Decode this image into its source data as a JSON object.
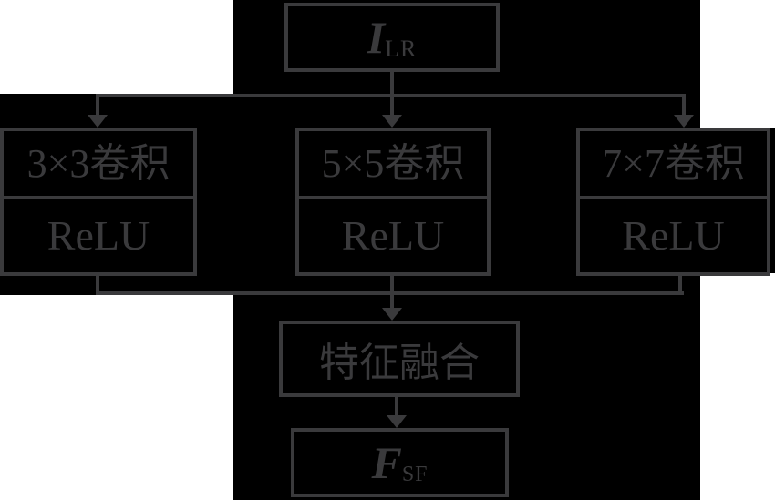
{
  "diagram": {
    "input": {
      "symbol": "I",
      "subscript": "LR"
    },
    "branches": [
      {
        "conv_label": "3×3卷积",
        "activation_label": "ReLU"
      },
      {
        "conv_label": "5×5卷积",
        "activation_label": "ReLU"
      },
      {
        "conv_label": "7×7卷积",
        "activation_label": "ReLU"
      }
    ],
    "fusion_label": "特征融合",
    "output": {
      "symbol": "F",
      "subscript": "SF"
    },
    "colors": {
      "stroke": "#3a3a3c",
      "canvas_background": "#000000",
      "page_background": "#ffffff"
    }
  }
}
